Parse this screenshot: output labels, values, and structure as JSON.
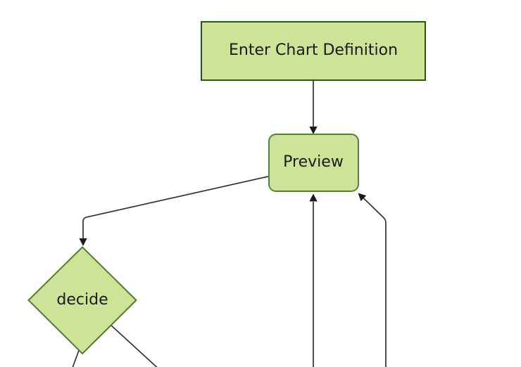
{
  "diagram": {
    "type": "flowchart",
    "direction": "top-down",
    "nodes": [
      {
        "id": "enter-chart-definition",
        "label": "Enter Chart Definition",
        "shape": "rectangle"
      },
      {
        "id": "preview",
        "label": "Preview",
        "shape": "rounded-rectangle"
      },
      {
        "id": "decide",
        "label": "decide",
        "shape": "diamond"
      }
    ],
    "edges": [
      {
        "from": "enter-chart-definition",
        "to": "preview",
        "arrowhead": true
      },
      {
        "from": "preview",
        "to": "decide",
        "arrowhead": true
      },
      {
        "from": "decide",
        "to": "offscreen-bottom-left",
        "arrowhead": false
      },
      {
        "from": "decide",
        "to": "offscreen-bottom-right",
        "arrowhead": false
      },
      {
        "from": "offscreen-bottom-center",
        "to": "preview",
        "arrowhead": true
      },
      {
        "from": "offscreen-bottom-right",
        "to": "preview",
        "arrowhead": true
      }
    ],
    "theme": {
      "background": "#ffffff",
      "node_fill": "#cde498",
      "rectangle_stroke": "#2f5317",
      "rounded_stroke": "#55813a",
      "diamond_stroke": "#4e7f2d",
      "edge_color": "#333333",
      "arrowhead_color": "#1a1a1a",
      "text_color": "#1a1a1a"
    }
  }
}
